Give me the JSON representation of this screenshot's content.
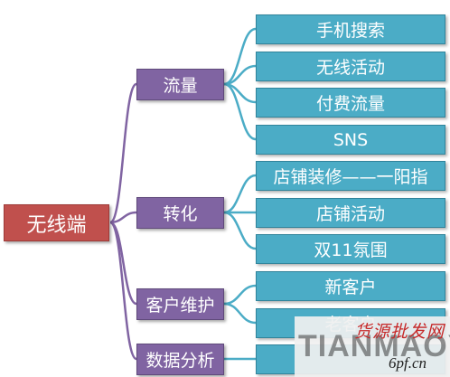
{
  "root": {
    "label": "无线端"
  },
  "branches": [
    {
      "label": "流量",
      "children": [
        "手机搜索",
        "无线活动",
        "付费流量",
        "SNS"
      ]
    },
    {
      "label": "转化",
      "children": [
        "店铺装修——一阳指",
        "店铺活动",
        "双11氛围"
      ]
    },
    {
      "label": "客户维护",
      "children": [
        "新客户",
        "老客户"
      ]
    },
    {
      "label": "数据分析",
      "children": [
        ""
      ]
    }
  ],
  "colors": {
    "root": "#c0504d",
    "branch": "#8064a2",
    "leaf": "#4bacc6",
    "root_connector": "#8064a2",
    "leaf_connector": "#4bacc6"
  },
  "watermark": {
    "brand": "TIANMAOYUN",
    "seal": "货源批发网",
    "domain": "6pf.cn"
  }
}
